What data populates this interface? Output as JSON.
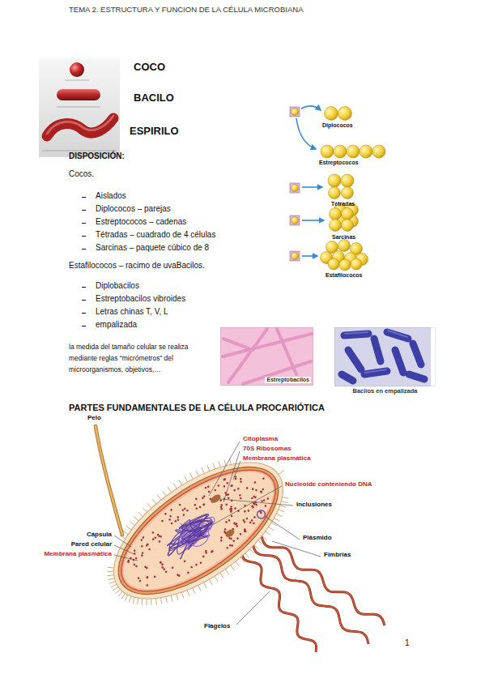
{
  "diagram": {
    "title": "TEMA 2. ESTRUCTURA Y FUNCION DE LA CÉLULA MICROBIANA",
    "nodes": [
      {
        "text": [
          "Estreptobacilos"
        ]
      },
      {
        "text": [
          "Bacilos en empalizada"
        ]
      }
    ],
    "labels": [
      "COCO",
      "BACILO",
      "ESPIRILO",
      "Diplococos",
      "Estreptococos",
      "Tétradas",
      "Sarcinas",
      "Estafilococos",
      "DISPOSICIÓN:",
      "Cocos.",
      "Aislados",
      "Diplococos – parejas",
      "Estreptococos – cadenas",
      "Tétradas – cuadrado de 4 células",
      "Sarcinas – paquete cúbico de 8",
      "Estafilococos – racimo de uvaBacilos.",
      "Diplobacilos",
      "Estreptobacilos vibroides",
      "Letras chinas T, V, L",
      "empalizada",
      "la medida del tamaño celular se realiza mediante reglas “micrómetros” del microorganismos, objetivos,…",
      "PARTES FUNDAMENTALES DE LA CÉLULA PROCARIÓTICA",
      "Pelo",
      "Citoplasma",
      "70S Ribosomas",
      "Membrana plasmática",
      "Nucleoide conteniendo DNA",
      "Inclusiones",
      "Plásmido",
      "Fimbrias",
      "Cápsula",
      "Pared celular",
      "Membrana plasmática",
      "Flagelos",
      "1"
    ]
  }
}
